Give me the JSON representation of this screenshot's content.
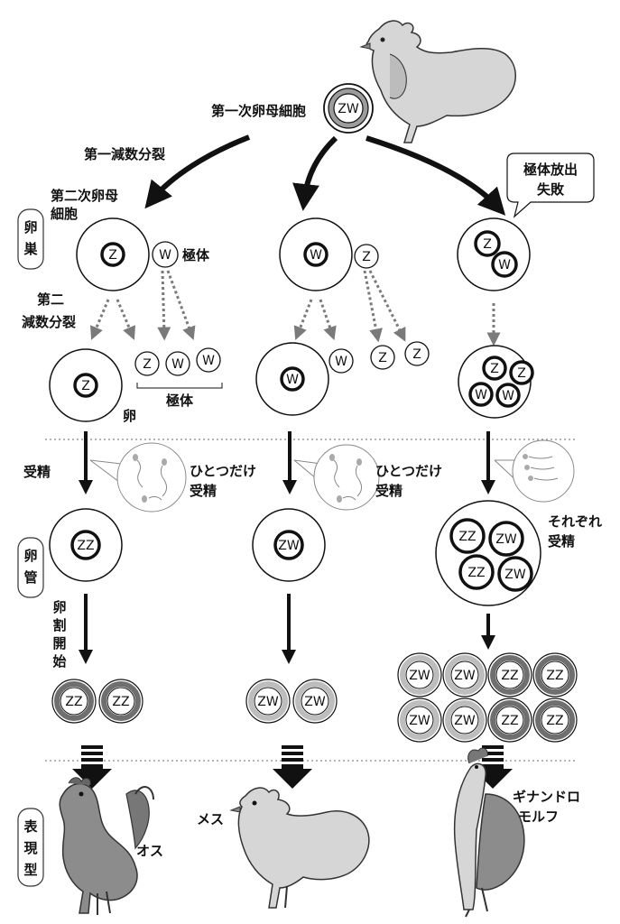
{
  "diagram": {
    "labels": {
      "primary_oocyte": "第一次卵母細胞",
      "meiosis1": "第一減数分裂",
      "secondary_oocyte_1": "第二次卵母",
      "secondary_oocyte_2": "細胞",
      "polar_body_1": "極体",
      "polar_body_2": "極体",
      "meiosis2_1": "第二",
      "meiosis2_2": "減数分裂",
      "egg": "卵",
      "callout_1": "極体放出",
      "callout_2": "失敗",
      "fertilization": "受精",
      "single_fert_a_1": "ひとつだけ",
      "single_fert_a_2": "受精",
      "single_fert_b_1": "ひとつだけ",
      "single_fert_b_2": "受精",
      "each_fert_1": "それぞれ",
      "each_fert_2": "受精",
      "cleavage": [
        "卵",
        "割",
        "開",
        "始"
      ],
      "gynandromorph_1": "ギナンドロ",
      "gynandromorph_2": "モルフ",
      "male": "オス",
      "female": "メス"
    },
    "side_tabs": {
      "ovary": [
        "卵",
        "巣"
      ],
      "oviduct": [
        "卵",
        "管"
      ],
      "phenotype": [
        "表",
        "現",
        "型"
      ]
    },
    "cells": {
      "zw": "ZW",
      "z": "Z",
      "w": "W",
      "zz": "ZZ"
    },
    "colors": {
      "line": "#111111",
      "dotted_arrow": "#7a7a7a",
      "female_ring": "#bdbdbd",
      "male_ring": "#6f6f6f",
      "chicken_light": "#d6d6d6",
      "chicken_dark": "#8c8c8c"
    },
    "icons": [
      "hen-icon",
      "rooster-icon",
      "gynandromorph-icon",
      "sperm-icon"
    ]
  }
}
